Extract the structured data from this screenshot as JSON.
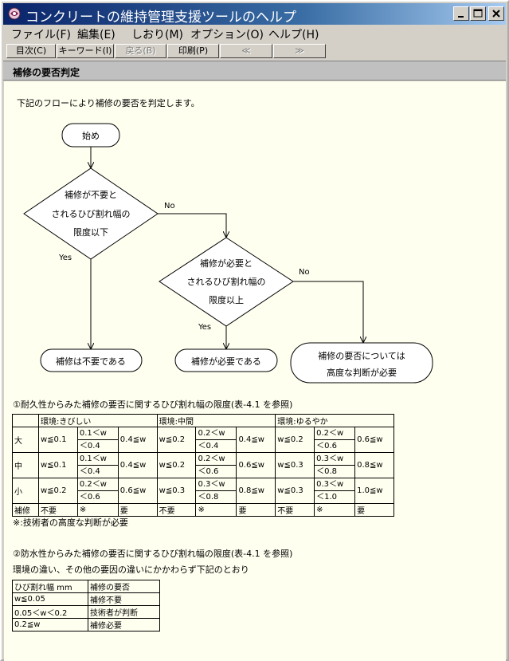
{
  "window": {
    "title": "コンクリートの維持管理支援ツールのヘルプ",
    "icons": {
      "app": "help-book-icon",
      "minimize": "minimize-icon",
      "maximize": "maximize-icon",
      "close": "close-icon"
    }
  },
  "menu": [
    "ファイル(F)",
    "編集(E)",
    "しおり(M)",
    "オプション(O)",
    "ヘルプ(H)"
  ],
  "toolbar": {
    "contents": "目次(C)",
    "keyword": "キーワード(I)",
    "back": "戻る(B)",
    "print": "印刷(P)",
    "prev": "≪",
    "next": "≫"
  },
  "topic": {
    "title": "補修の要否判定",
    "intro": "下記のフローにより補修の要否を判定します。"
  },
  "flow": {
    "start": "始め",
    "q1": [
      "補修が不要と",
      "されるひび割れ幅の",
      "限度以下"
    ],
    "q2": [
      "補修が必要と",
      "されるひび割れ幅の",
      "限度以上"
    ],
    "yes": "Yes",
    "no": "No",
    "end_unneeded": "補修は不要である",
    "end_needed": "補修が必要である",
    "end_expert": [
      "補修の要否については",
      "高度な判断が必要"
    ]
  },
  "table1": {
    "caption": "①耐久性からみた補修の要否に関するひび割れ幅の限度(表-4.1 を参照)",
    "headers": [
      "環境:きびしい",
      "環境:中間",
      "環境:ゆるやか"
    ],
    "rows": [
      {
        "label": "大",
        "cells": [
          [
            "w≦0.1",
            "0.1＜w",
            "＜0.4",
            "0.4≦w"
          ],
          [
            "w≦0.2",
            "0.2＜w",
            "＜0.4",
            "0.4≦w"
          ],
          [
            "w≦0.2",
            "0.2＜w",
            "＜0.6",
            "0.6≦w"
          ]
        ]
      },
      {
        "label": "中",
        "cells": [
          [
            "w≦0.1",
            "0.1＜w",
            "＜0.4",
            "0.4≦w"
          ],
          [
            "w≦0.2",
            "0.2＜w",
            "＜0.6",
            "0.6≦w"
          ],
          [
            "w≦0.3",
            "0.3＜w",
            "＜0.8",
            "0.8≦w"
          ]
        ]
      },
      {
        "label": "小",
        "cells": [
          [
            "w≦0.2",
            "0.2＜w",
            "＜0.6",
            "0.6≦w"
          ],
          [
            "w≦0.3",
            "0.3＜w",
            "＜0.8",
            "0.8≦w"
          ],
          [
            "w≦0.3",
            "0.3＜w",
            "＜1.0",
            "1.0≦w"
          ]
        ]
      }
    ],
    "footer_label": "補修",
    "footer": [
      "不要",
      "※",
      "要"
    ],
    "note": "※:技術者の高度な判断が必要"
  },
  "table2": {
    "caption": "②防水性からみた補修の要否に関するひび割れ幅の限度(表-4.1 を参照)",
    "subcaption": "環境の違い、その他の要因の違いにかかわらず下記のとおり",
    "headers": [
      "ひび割れ幅 mm",
      "補修の要否"
    ],
    "rows": [
      [
        "w≦0.05",
        "補修不要"
      ],
      [
        "0.05＜w＜0.2",
        "技術者が判断"
      ],
      [
        "0.2≦w",
        "補修必要"
      ]
    ]
  }
}
